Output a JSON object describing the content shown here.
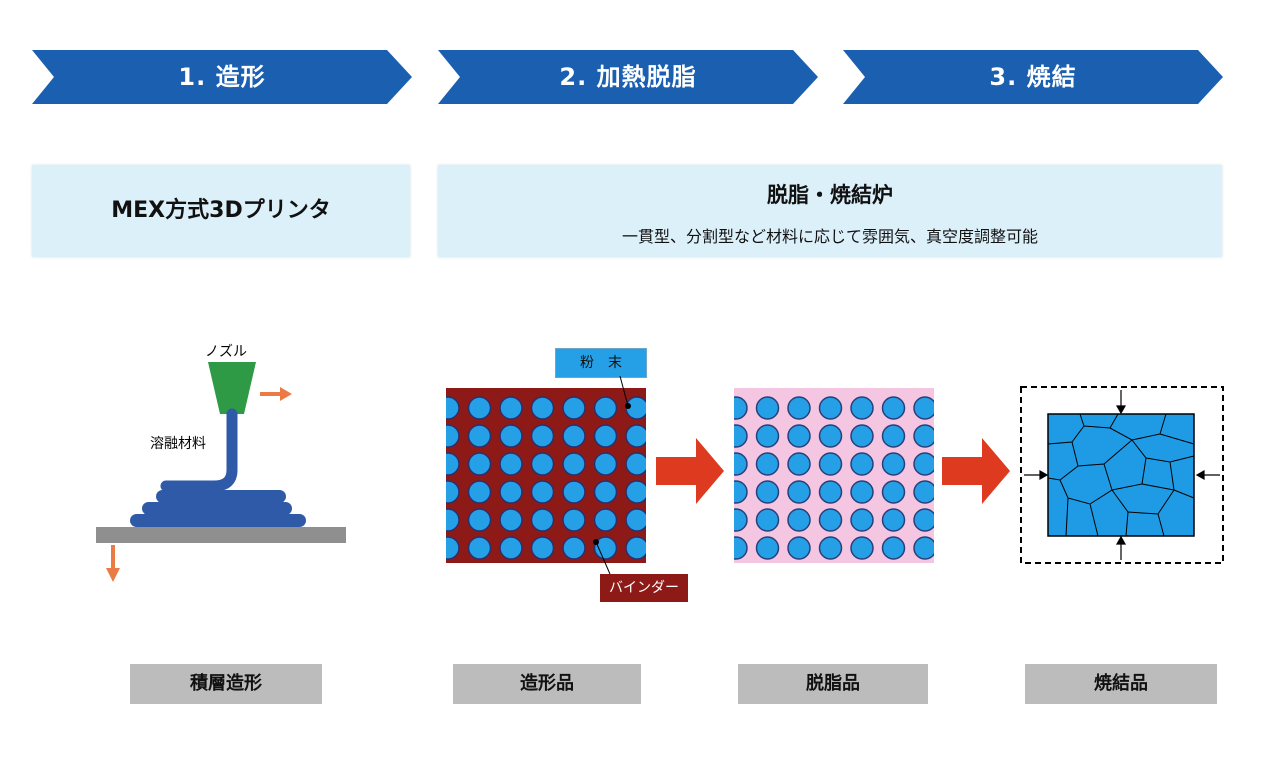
{
  "steps": [
    {
      "label": "1. 造形"
    },
    {
      "label": "2. 加熱脱脂"
    },
    {
      "label": "3. 焼結"
    }
  ],
  "panel_left": {
    "title": "MEX方式3Dプリンタ"
  },
  "panel_right": {
    "title": "脱脂・焼結炉",
    "subtitle": "一貫型、分割型など材料に応じて雰囲気、真空度調整可能"
  },
  "printer": {
    "nozzle_label": "ノズル",
    "material_label": "溶融材料"
  },
  "labels": {
    "powder": "粉　末",
    "binder": "バインダー"
  },
  "captions": [
    "積層造形",
    "造形品",
    "脱脂品",
    "焼結品"
  ],
  "colors": {
    "chevron": "#1b5fb1",
    "panel": "#dcf0fa",
    "binder": "#8e1a17",
    "powder": "#25a0e6",
    "debind_bg": "#f4c6e1",
    "arrow_red": "#dd3a1f",
    "nozzle": "#2f9a45",
    "filament": "#2f5aa8",
    "motion_arrow": "#ec7a45",
    "caption_bg": "#bcbcbc"
  }
}
